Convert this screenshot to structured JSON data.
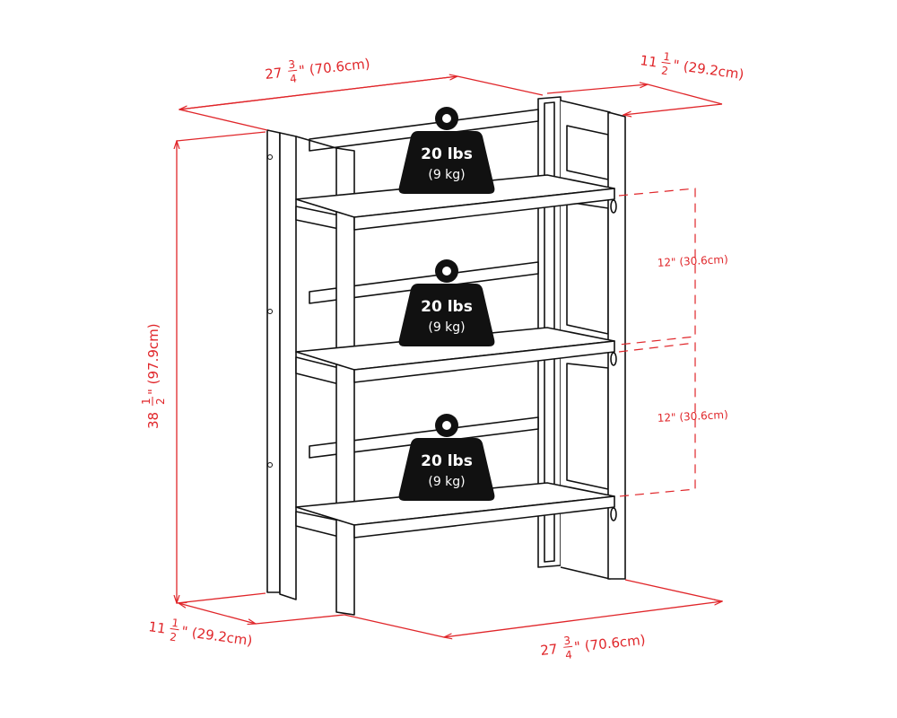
{
  "dimensions": {
    "top_width": {
      "whole": "27",
      "num": "3",
      "den": "4",
      "rest": "\" (70.6cm)"
    },
    "top_depth": {
      "whole": "11",
      "num": "1",
      "den": "2",
      "rest": "\" (29.2cm)"
    },
    "height": {
      "whole": "38",
      "num": "1",
      "den": "2",
      "rest": "\" (97.9cm)"
    },
    "bottom_depth": {
      "whole": "11",
      "num": "1",
      "den": "2",
      "rest": "\" (29.2cm)"
    },
    "bottom_width": {
      "whole": "27",
      "num": "3",
      "den": "4",
      "rest": "\" (70.6cm)"
    },
    "shelf_spacing_upper": "12\" (30.6cm)",
    "shelf_spacing_lower": "12\" (30.6cm)"
  },
  "weights": [
    {
      "lbs": "20 lbs",
      "kg": "(9 kg)"
    },
    {
      "lbs": "20 lbs",
      "kg": "(9 kg)"
    },
    {
      "lbs": "20 lbs",
      "kg": "(9 kg)"
    }
  ],
  "colors": {
    "dimension": "#e0262a",
    "weight_icon": "#111111"
  }
}
